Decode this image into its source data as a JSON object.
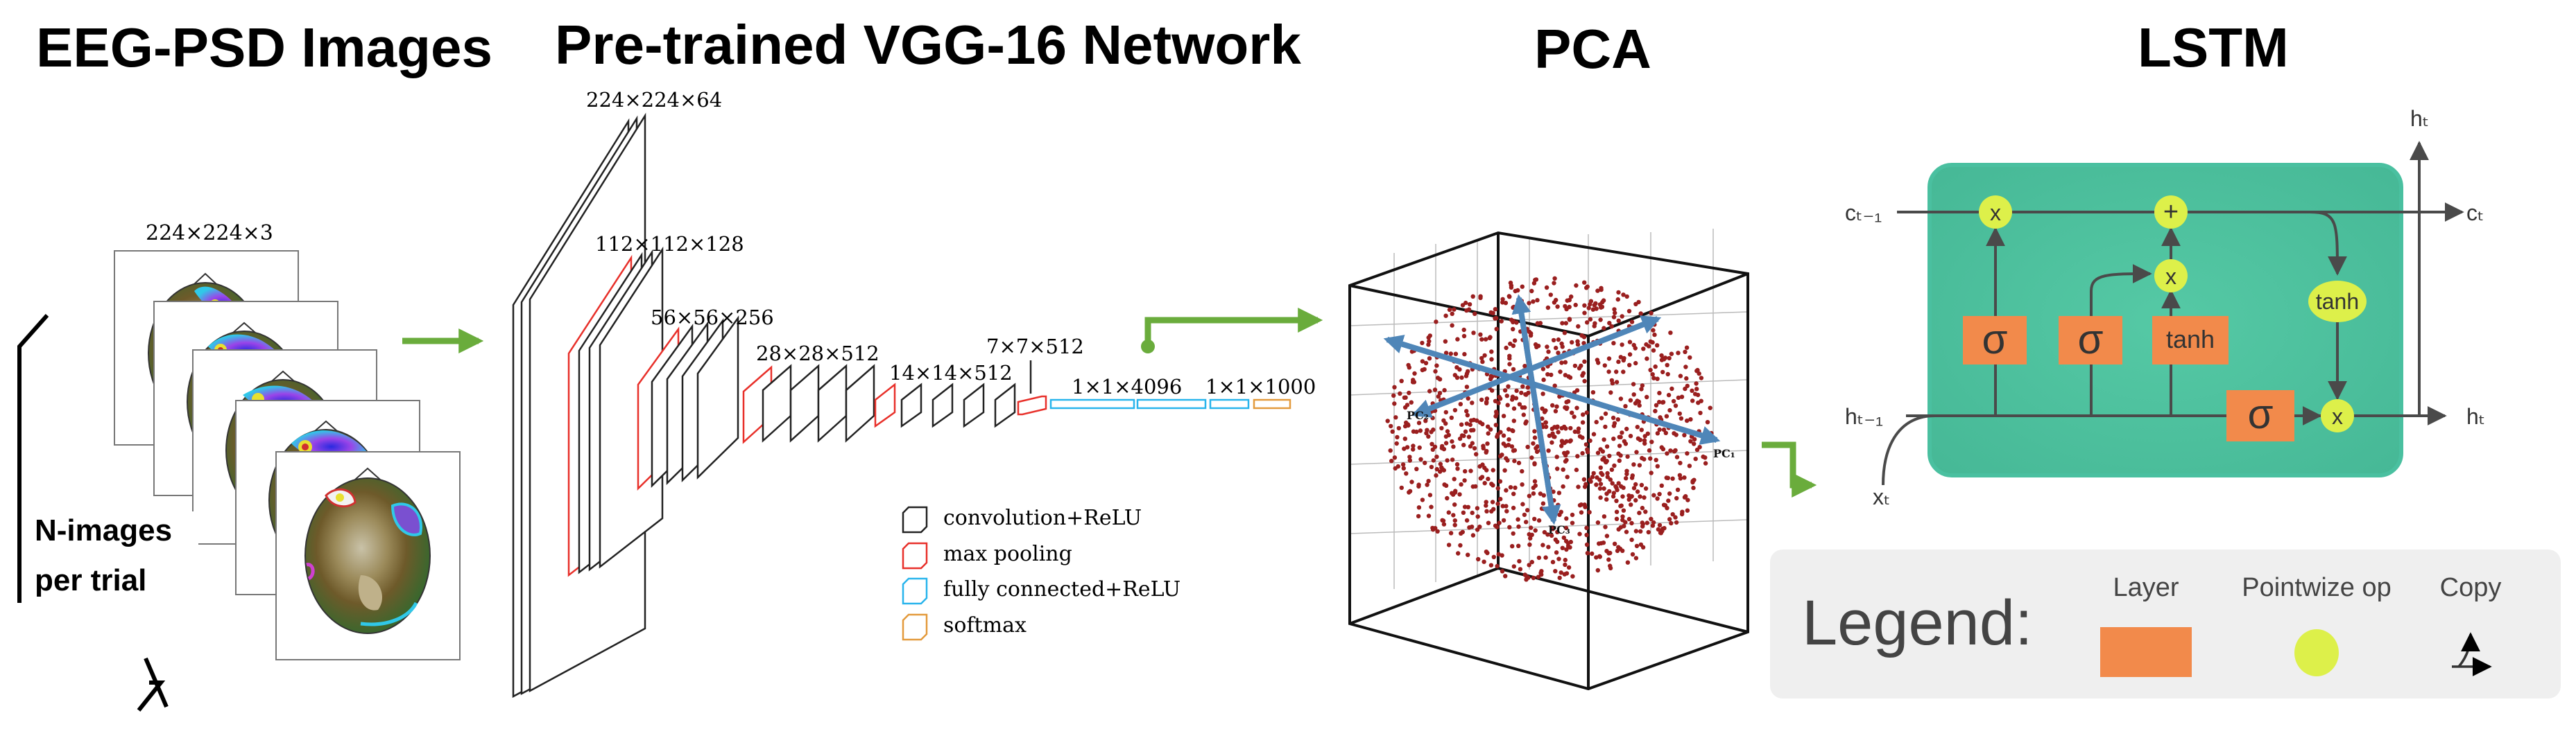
{
  "titles": {
    "eeg": "EEG-PSD Images",
    "vgg": "Pre-trained VGG-16 Network",
    "pca": "PCA",
    "lstm": "LSTM"
  },
  "eeg": {
    "dims": "224×224×3",
    "caption_line1": "N-images",
    "caption_line2": "per trial"
  },
  "vgg": {
    "dims": [
      "224×224×64",
      "112×112×128",
      "56×56×256",
      "28×28×512",
      "14×14×512",
      "7×7×512",
      "1×1×4096",
      "1×1×1000"
    ],
    "legend": [
      {
        "label": "convolution+ReLU",
        "color": "#222222"
      },
      {
        "label": "max pooling",
        "color": "#e8302a"
      },
      {
        "label": "fully connected+ReLU",
        "color": "#28b4ec"
      },
      {
        "label": "softmax",
        "color": "#e39a3c"
      }
    ]
  },
  "pca": {
    "axes": [
      "PC₁",
      "PC₂",
      "PC₃"
    ]
  },
  "lstm": {
    "labels": {
      "c_prev": "cₜ₋₁",
      "c_out": "cₜ",
      "h_prev": "hₜ₋₁",
      "h_out": "hₜ",
      "h_top": "hₜ",
      "x_in": "xₜ"
    },
    "ops": {
      "multiply": "x",
      "add": "+",
      "sigma": "σ",
      "tanh": "tanh"
    },
    "legend": {
      "title": "Legend:",
      "items": [
        "Layer",
        "Pointwize op",
        "Copy"
      ]
    },
    "colors": {
      "cell": "#4ec3a0",
      "layer": "#f28a4b",
      "pointwise": "#ddf04a"
    }
  },
  "arrow_color": "#6aac3c"
}
